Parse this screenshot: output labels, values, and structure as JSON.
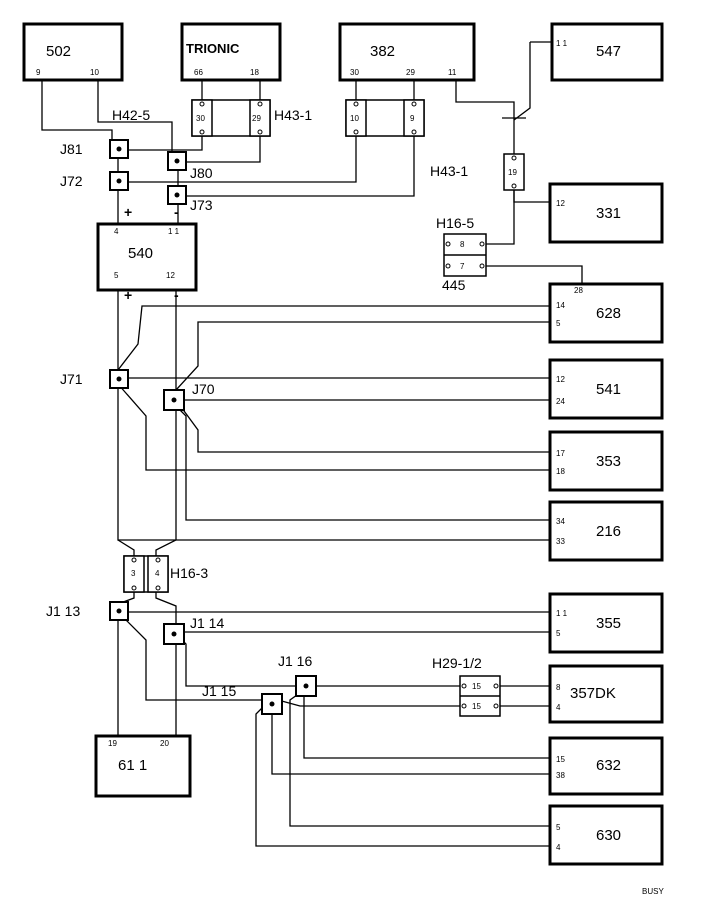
{
  "components": {
    "c502": {
      "name": "502",
      "pin_a": "9",
      "pin_b": "10"
    },
    "trionic": {
      "name": "TRIONIC",
      "pin_a": "66",
      "pin_b": "18"
    },
    "c382": {
      "name": "382",
      "pin_a": "30",
      "pin_b": "29",
      "pin_c": "11"
    },
    "c547": {
      "name": "547",
      "pin_a": "1 1"
    },
    "c331": {
      "name": "331",
      "pin_a": "12"
    },
    "c540": {
      "name": "540",
      "pin_tl": "4",
      "pin_tr": "1 1",
      "pin_bl": "5",
      "pin_br": "12"
    },
    "c628": {
      "name": "628",
      "pin_top": "28",
      "pin_a": "14",
      "pin_b": "5"
    },
    "c541": {
      "name": "541",
      "pin_a": "12",
      "pin_b": "24"
    },
    "c353": {
      "name": "353",
      "pin_a": "17",
      "pin_b": "18"
    },
    "c216": {
      "name": "216",
      "pin_a": "34",
      "pin_b": "33"
    },
    "c355": {
      "name": "355",
      "pin_a": "1 1",
      "pin_b": "5"
    },
    "c357dk": {
      "name": "357DK",
      "pin_a": "8",
      "pin_b": "4"
    },
    "c632": {
      "name": "632",
      "pin_a": "15",
      "pin_b": "38"
    },
    "c630": {
      "name": "630",
      "pin_a": "5",
      "pin_b": "4"
    },
    "c611": {
      "name": "61  1",
      "pin_a": "19",
      "pin_b": "20"
    }
  },
  "connectors": {
    "h42_5": {
      "name": "H42-5",
      "pin_a": "30",
      "pin_b": "29"
    },
    "h43_1_top": {
      "name": "H43-1"
    },
    "h43_1_382": {
      "name": "H43-1",
      "pin_a": "10",
      "pin_b": "9"
    },
    "c547_conn": {
      "pin": "19"
    },
    "h16_5": {
      "name": "H16-5",
      "pin_a": "8",
      "pin_b": "7",
      "sub": "445"
    },
    "h16_3": {
      "name": "H16-3",
      "pin_a": "3",
      "pin_b": "4"
    },
    "h29": {
      "name": "H29-1/2",
      "pin_a": "15",
      "pin_b": "15"
    }
  },
  "junctions": {
    "j81": "J81",
    "j80": "J80",
    "j72": "J72",
    "j73": "J73",
    "j71": "J71",
    "j70": "J70",
    "j1_13": "J1  13",
    "j1_14": "J1  14",
    "j1_16": "J1  16",
    "j1_15": "J1  15"
  },
  "polarity": {
    "plus": "+",
    "minus": "-"
  },
  "footer": {
    "busy": "BUSY"
  }
}
